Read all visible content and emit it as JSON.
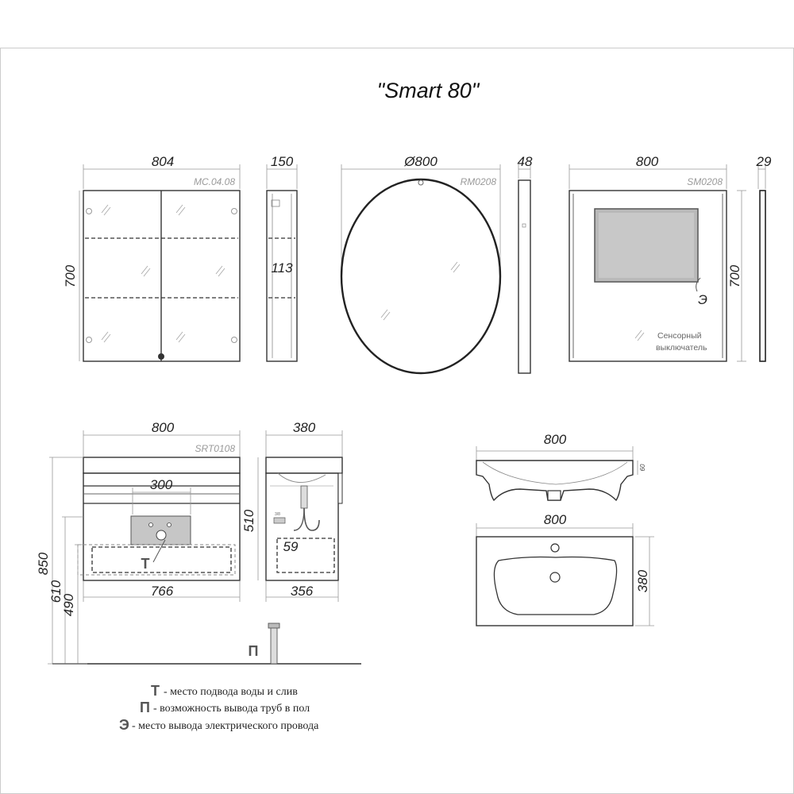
{
  "title": "\"Smart 80\"",
  "mirror_cabinet": {
    "code": "MC.04.08",
    "width": "804",
    "depth": "150",
    "height": "700",
    "shelf_depth": "113"
  },
  "round_mirror": {
    "code": "RM0208",
    "diameter": "Ø800",
    "depth": "48"
  },
  "led_mirror": {
    "code": "SM0208",
    "width": "800",
    "depth": "29",
    "height": "700",
    "electric_mark": "Э",
    "sensor_note_line1": "Сенсорный",
    "sensor_note_line2": "выключатель"
  },
  "vanity": {
    "code": "SRT0108",
    "width": "800",
    "depth": "380",
    "panel_width": "300",
    "inner_width": "766",
    "inner_depth": "356",
    "side_height": "510",
    "plinth": "59",
    "mark_t": "Т",
    "height_total": "850",
    "height_top": "610",
    "height_bottom": "490",
    "floor_mark_p": "П",
    "small_note": "3/8"
  },
  "basin": {
    "side_width": "800",
    "side_height": "60",
    "top_width": "800",
    "top_depth": "380"
  },
  "legend": [
    {
      "mark": "Т",
      "text": " - место подвода воды и слив"
    },
    {
      "mark": "П",
      "text": " - возможность вывода труб в пол"
    },
    {
      "mark": "Э",
      "text": " - место вывода электрического провода"
    }
  ]
}
